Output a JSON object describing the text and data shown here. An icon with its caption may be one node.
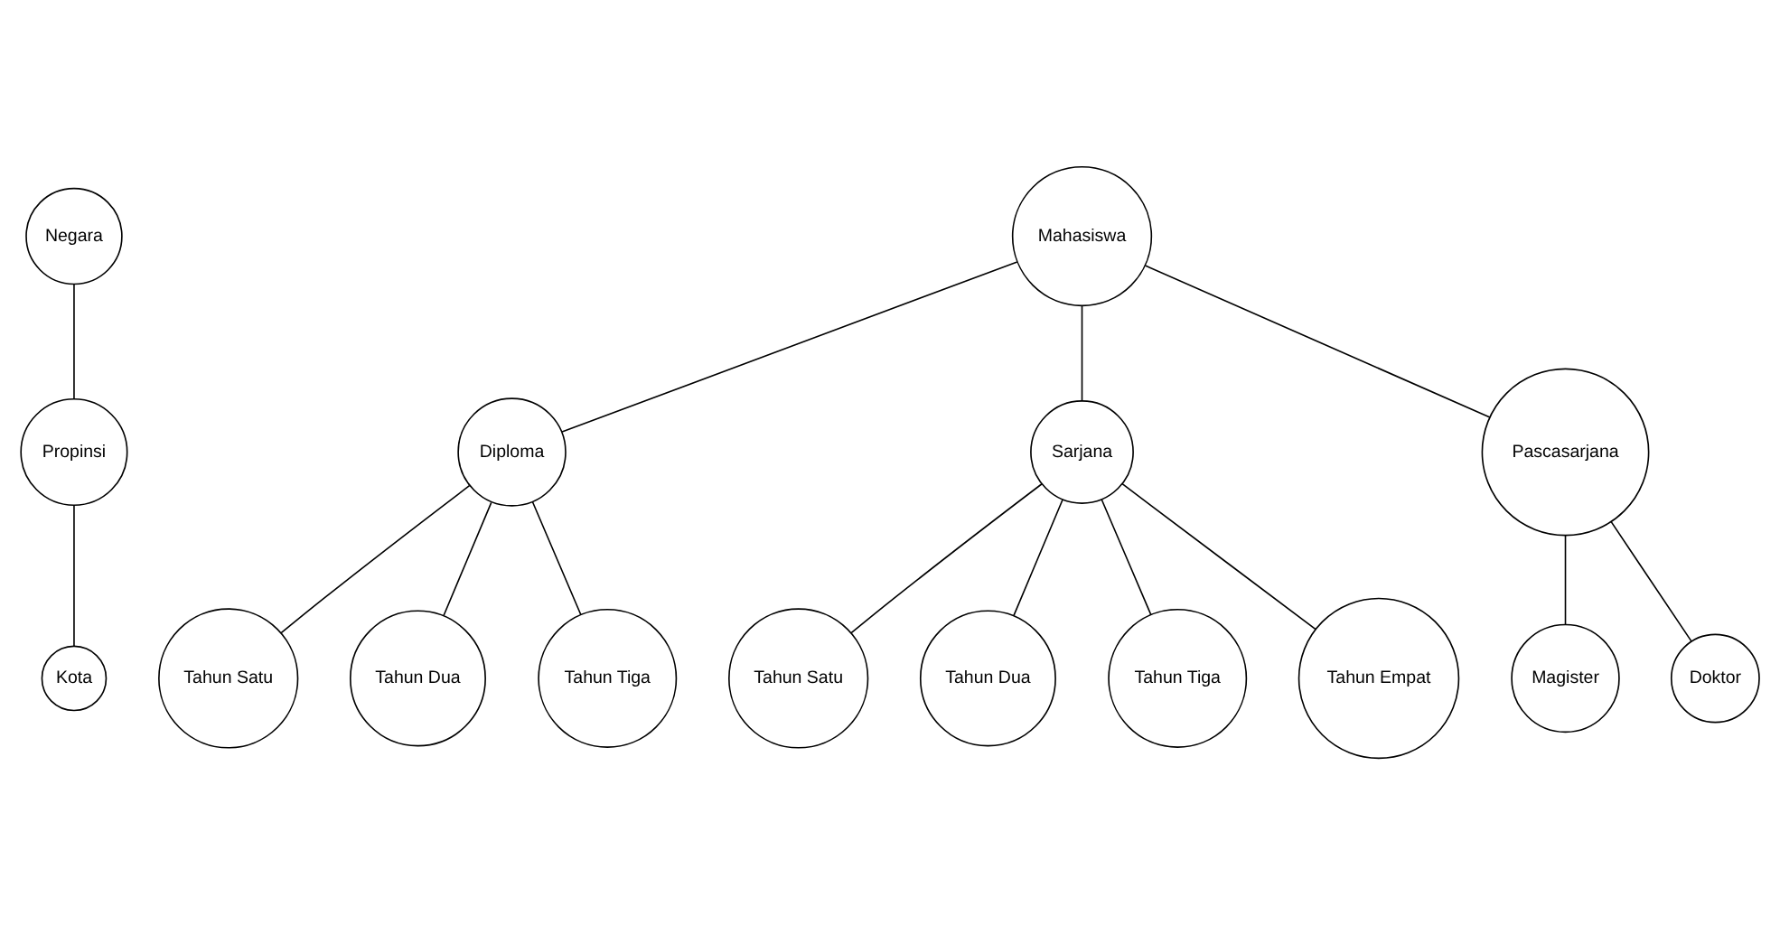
{
  "diagram": {
    "nodes": [
      {
        "text": [
          "Negara"
        ]
      },
      {
        "text": [
          "Propinsi"
        ]
      },
      {
        "text": [
          "Kota"
        ]
      },
      {
        "text": [
          "Mahasiswa"
        ]
      },
      {
        "text": [
          "Diploma"
        ]
      },
      {
        "text": [
          "Sarjana"
        ]
      },
      {
        "text": [
          "Pascasarjana"
        ]
      },
      {
        "text": [
          "Tahun Satu"
        ]
      },
      {
        "text": [
          "Tahun Dua"
        ]
      },
      {
        "text": [
          "Tahun Tiga"
        ]
      },
      {
        "text": [
          "Tahun Satu"
        ]
      },
      {
        "text": [
          "Tahun Dua"
        ]
      },
      {
        "text": [
          "Tahun Tiga"
        ]
      },
      {
        "text": [
          "Tahun Empat"
        ]
      },
      {
        "text": [
          "Magister"
        ]
      },
      {
        "text": [
          "Doktor"
        ]
      }
    ],
    "edges": [
      {
        "from": 0,
        "to": 1,
        "arrow": "none"
      },
      {
        "from": 1,
        "to": 2,
        "arrow": "none"
      },
      {
        "from": 3,
        "to": 4,
        "arrow": "none"
      },
      {
        "from": 3,
        "to": 5,
        "arrow": "none"
      },
      {
        "from": 3,
        "to": 6,
        "arrow": "none"
      },
      {
        "from": 4,
        "to": 7,
        "arrow": "none"
      },
      {
        "from": 4,
        "to": 8,
        "arrow": "none"
      },
      {
        "from": 4,
        "to": 9,
        "arrow": "none"
      },
      {
        "from": 5,
        "to": 10,
        "arrow": "none"
      },
      {
        "from": 5,
        "to": 11,
        "arrow": "none"
      },
      {
        "from": 5,
        "to": 12,
        "arrow": "none"
      },
      {
        "from": 5,
        "to": 13,
        "arrow": "none"
      },
      {
        "from": 6,
        "to": 14,
        "arrow": "none"
      },
      {
        "from": 6,
        "to": 15,
        "arrow": "none"
      }
    ]
  }
}
